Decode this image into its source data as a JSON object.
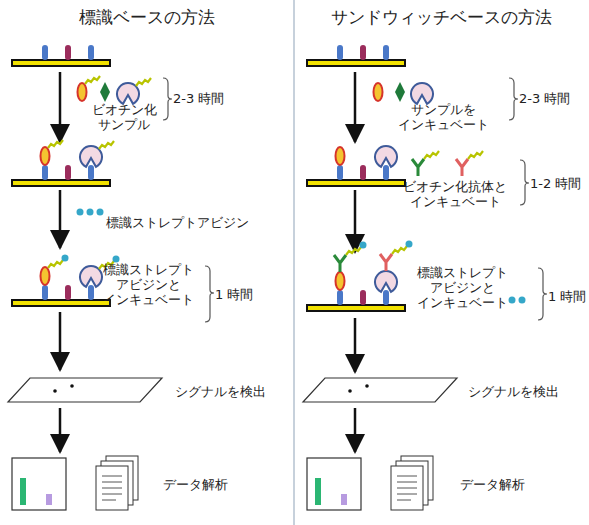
{
  "diagram": {
    "nodes": [
      {
        "text": [
          "標識ベースの方法"
        ]
      },
      {
        "text": [
          "サンドウィッチベースの方法"
        ]
      }
    ],
    "labels": [
      "ビオチン化 サンプル",
      "2-3 時間",
      "標識ストレプトアビジン",
      "標識ストレプト アビジンと インキュベート",
      "1 時間",
      "シグナルを検出",
      "データ解析",
      "サンプルを インキュベート",
      "2-3 時間",
      "ビオチン化抗体と インキュベート",
      "1-2 時間",
      "標識ストレプト アビジンと インキュベート",
      "1 時間",
      "シグナルを検出",
      "データ解析"
    ]
  }
}
